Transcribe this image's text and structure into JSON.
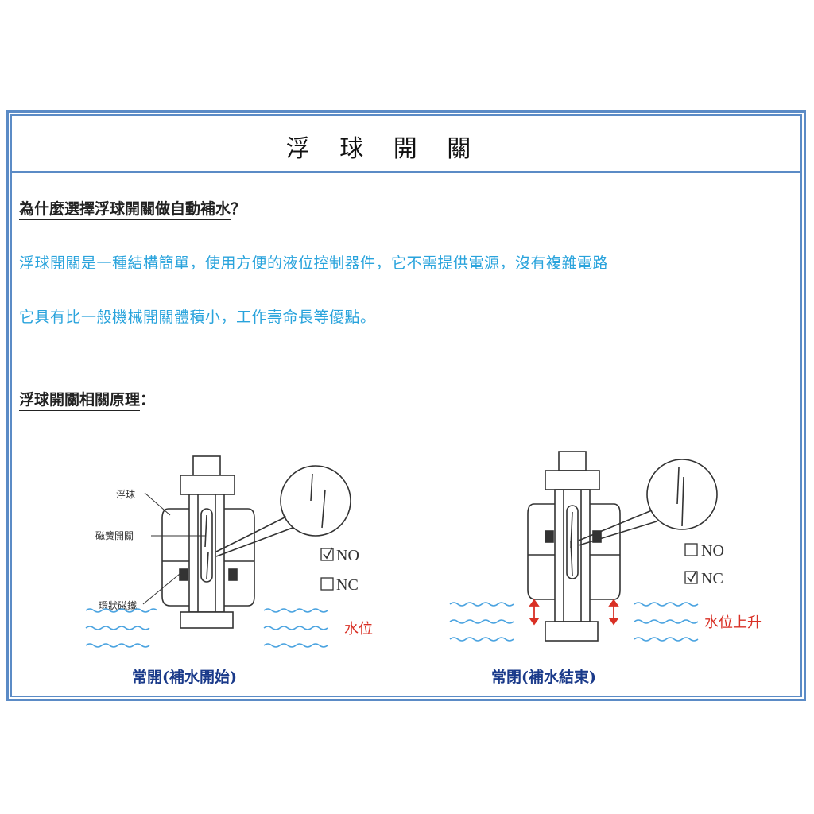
{
  "title": "浮 球 開 關",
  "heading1": "為什麼選擇浮球開關做自動補水",
  "heading1_suffix": "？",
  "paragraph1": "浮球開關是一種結構簡單，使用方便的液位控制器件，它不需提供電源，沒有複雜電路",
  "paragraph2": "它具有比一般機械開關體積小，工作壽命長等優點。",
  "heading2": "浮球開關相關原理",
  "heading2_suffix": "：",
  "left_diagram": {
    "label_float": "浮球",
    "label_reed": "磁簧開關",
    "label_magnet": "環狀磁鐵",
    "option_no": "NO",
    "option_nc": "NC",
    "checked": "NO",
    "water_label": "水位",
    "caption": "常開(補水開始)"
  },
  "right_diagram": {
    "option_no": "NO",
    "option_nc": "NC",
    "checked": "NC",
    "water_label": "水位上升",
    "caption": "常閉(補水結束)"
  },
  "colors": {
    "border": "#5b8bc6",
    "accent_text": "#29a3dc",
    "water": "#4aa3e0",
    "water_label": "#d93025"
  }
}
